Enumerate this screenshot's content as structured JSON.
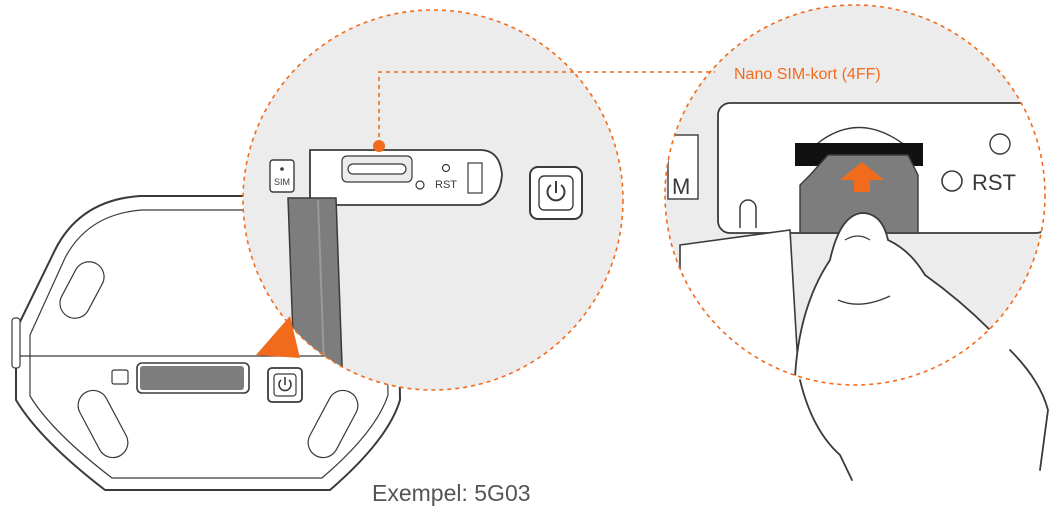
{
  "labels": {
    "sim_small": "SIM",
    "rst_small": "RST",
    "sim_large_partial": "M",
    "rst_large_partial": "RST",
    "callout": "Nano SIM-kort (4FF)",
    "caption": "Exempel: 5G03"
  },
  "icons": {
    "power": "power-icon",
    "sim": "sim-card-icon",
    "arrow": "arrow-up-icon",
    "pointer": "triangle-pointer-icon"
  },
  "colors": {
    "accent": "#f26b1d",
    "line": "#3a3a3a",
    "zoom_fill": "#ececec",
    "card_gray": "#7d7d7d",
    "label_text": "#f26b1d",
    "caption_text": "#555555"
  }
}
